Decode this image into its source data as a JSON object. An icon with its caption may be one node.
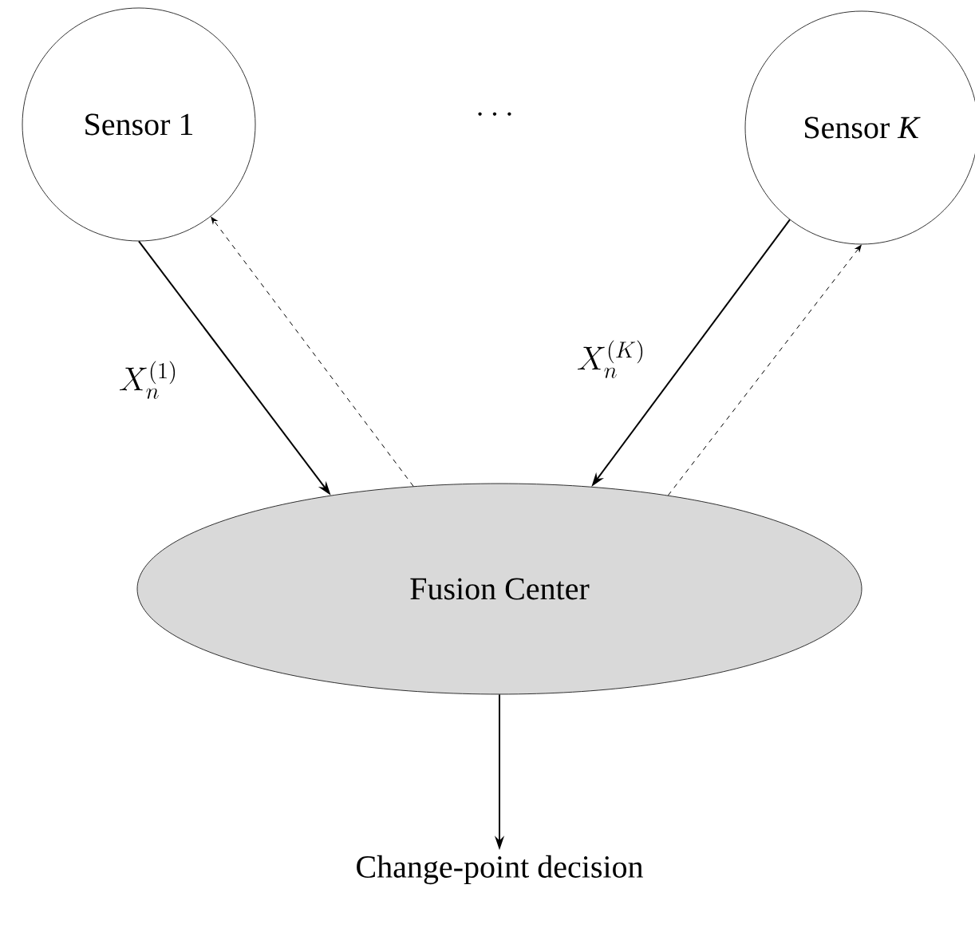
{
  "diagram": {
    "nodes": [
      {
        "text": [
          "Sensor 1"
        ]
      },
      {
        "text": [
          "Sensor *K*"
        ]
      },
      {
        "text": [
          "Fusion Center"
        ]
      },
      {
        "text": [
          "Change-point decision"
        ]
      }
    ],
    "edges": [
      {
        "from": 0,
        "to": 2,
        "arrow": "to",
        "label": "X_n^{(1)}"
      },
      {
        "from": 2,
        "to": 0,
        "arrow": "to",
        "style": "dashed"
      },
      {
        "from": 1,
        "to": 2,
        "arrow": "to",
        "label": "X_n^{(K)}"
      },
      {
        "from": 2,
        "to": 1,
        "arrow": "to",
        "style": "dashed"
      },
      {
        "from": 2,
        "to": 3,
        "arrow": "to"
      }
    ],
    "labels": [
      "\\cdots"
    ]
  }
}
